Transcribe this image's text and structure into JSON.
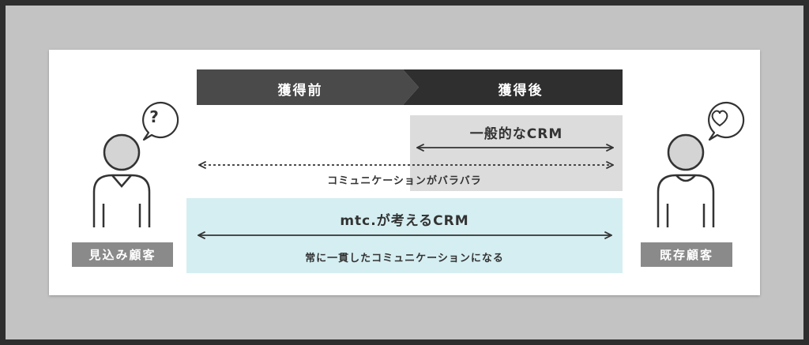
{
  "phases": {
    "before": "獲得前",
    "after": "獲得後"
  },
  "general_crm": {
    "title": "一般的なCRM",
    "caption": "コミュニケーションがバラバラ"
  },
  "mtc_crm": {
    "title": "mtc.が考えるCRM",
    "caption": "常に一貫したコミュニケーションになる"
  },
  "prospect": {
    "label": "見込み顧客",
    "bubble": "?"
  },
  "existing": {
    "label": "既存顧客",
    "bubble_icon": "heart-icon"
  },
  "colors": {
    "phase_before": "#4a4a4a",
    "phase_after": "#2f2f2f",
    "general_bg": "#dcdcdc",
    "mtc_bg": "#d5eef1",
    "badge_bg": "#8a8a8a"
  }
}
